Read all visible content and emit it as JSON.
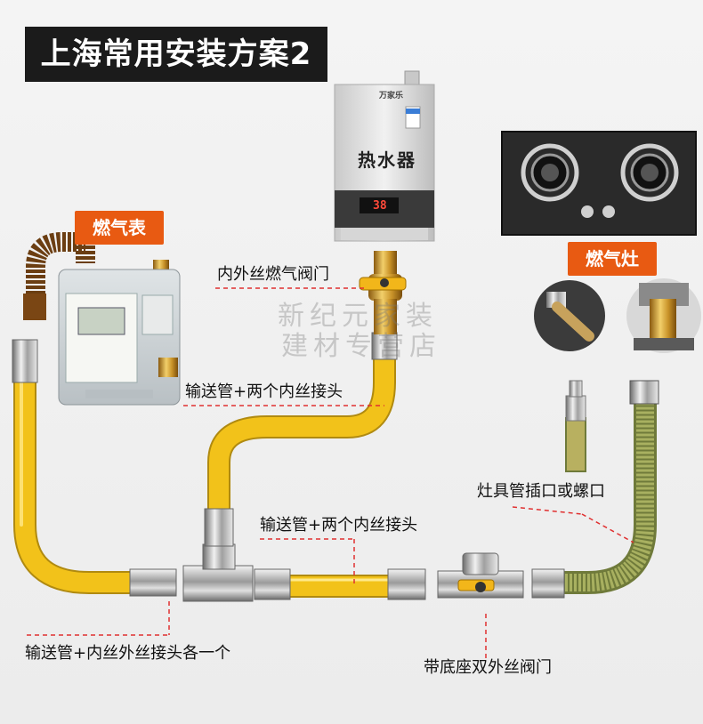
{
  "header": {
    "title": "上海常用安装方案2"
  },
  "tags": {
    "gas_meter": "燃气表",
    "gas_stove": "燃气灶"
  },
  "appliances": {
    "water_heater_label": "热水器",
    "water_heater_brand": "万家乐",
    "water_heater_display": "38"
  },
  "labels": {
    "valve_inner_outer": "内外丝燃气阀门",
    "pipe_two_inner_upper": "输送管+两个内丝接头",
    "pipe_two_inner_middle": "输送管+两个内丝接头",
    "stove_pipe_connector": "灶具管插口或螺口",
    "pipe_inner_outer_each": "输送管+内丝外丝接头各一个",
    "valve_base_double_outer": "带底座双外丝阀门"
  },
  "watermark": {
    "line1": "新纪元家装",
    "line2": "建材专营店"
  },
  "colors": {
    "hose_yellow": "#f2c21a",
    "tag_orange": "#e85a12",
    "title_bg": "#1b1b1b",
    "dashed_red": "#e03030"
  }
}
